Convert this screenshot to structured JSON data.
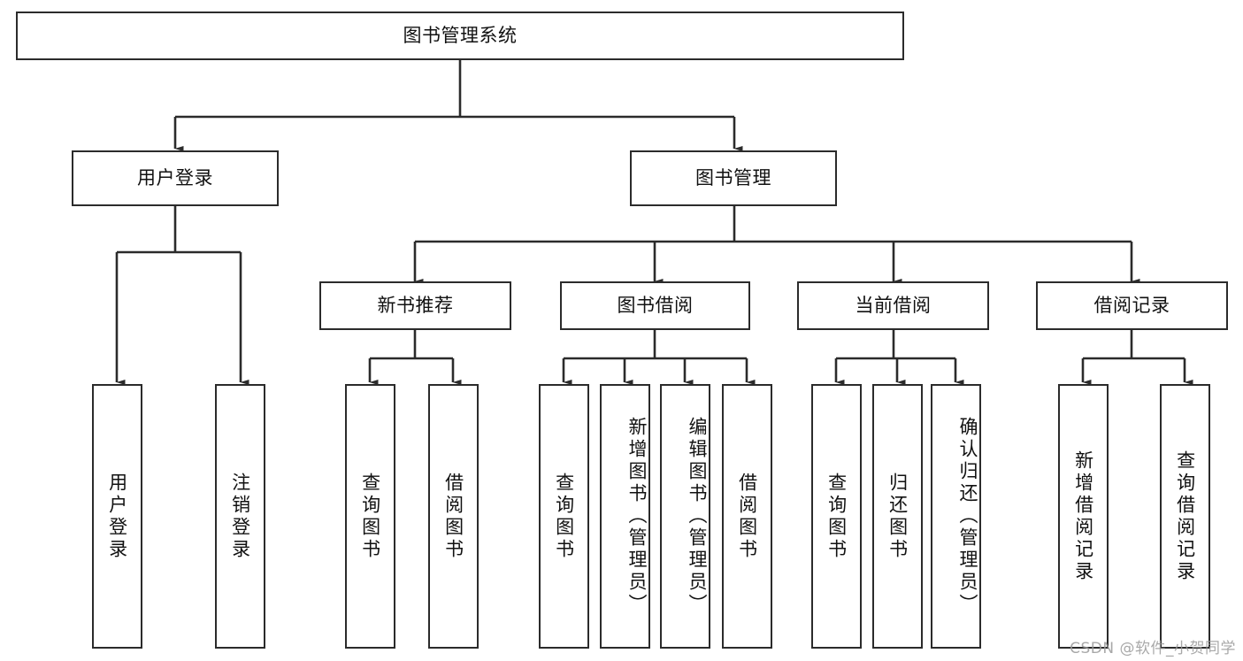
{
  "diagram": {
    "type": "tree-hierarchy-diagram",
    "title_node": {
      "label": "图书管理系统"
    },
    "level2": [
      {
        "id": "user-login",
        "label": "用户登录"
      },
      {
        "id": "book-management",
        "label": "图书管理"
      }
    ],
    "level3": [
      {
        "id": "new-book-recommend",
        "label": "新书推荐"
      },
      {
        "id": "book-borrow",
        "label": "图书借阅"
      },
      {
        "id": "current-borrow",
        "label": "当前借阅"
      },
      {
        "id": "borrow-record",
        "label": "借阅记录"
      }
    ],
    "leaves": [
      {
        "id": "leaf-user-login",
        "label": "用户登录",
        "parent": "user-login"
      },
      {
        "id": "leaf-logout-login",
        "label": "注销登录",
        "parent": "user-login"
      },
      {
        "id": "leaf-query-book-1",
        "label": "查询图书",
        "parent": "new-book-recommend"
      },
      {
        "id": "leaf-borrow-book-1",
        "label": "借阅图书",
        "parent": "new-book-recommend"
      },
      {
        "id": "leaf-query-book-2",
        "label": "查询图书",
        "parent": "book-borrow"
      },
      {
        "id": "leaf-add-book",
        "label": "新增图书（管理员）",
        "parent": "book-borrow"
      },
      {
        "id": "leaf-edit-book",
        "label": "编辑图书（管理员）",
        "parent": "book-borrow"
      },
      {
        "id": "leaf-borrow-book-2",
        "label": "借阅图书",
        "parent": "book-borrow"
      },
      {
        "id": "leaf-query-book-3",
        "label": "查询图书",
        "parent": "current-borrow"
      },
      {
        "id": "leaf-return-book",
        "label": "归还图书",
        "parent": "current-borrow"
      },
      {
        "id": "leaf-confirm-return",
        "label": "确认归还（管理员）",
        "parent": "current-borrow"
      },
      {
        "id": "leaf-add-record",
        "label": "新增借阅记录",
        "parent": "borrow-record"
      },
      {
        "id": "leaf-query-record",
        "label": "查询借阅记录",
        "parent": "borrow-record"
      }
    ],
    "watermark": "CSDN @软件_小贺同学",
    "colors": {
      "stroke": "#2b2b2b",
      "fill": "#ffffff",
      "text": "#111111",
      "watermark": "#9a9a9a"
    }
  }
}
